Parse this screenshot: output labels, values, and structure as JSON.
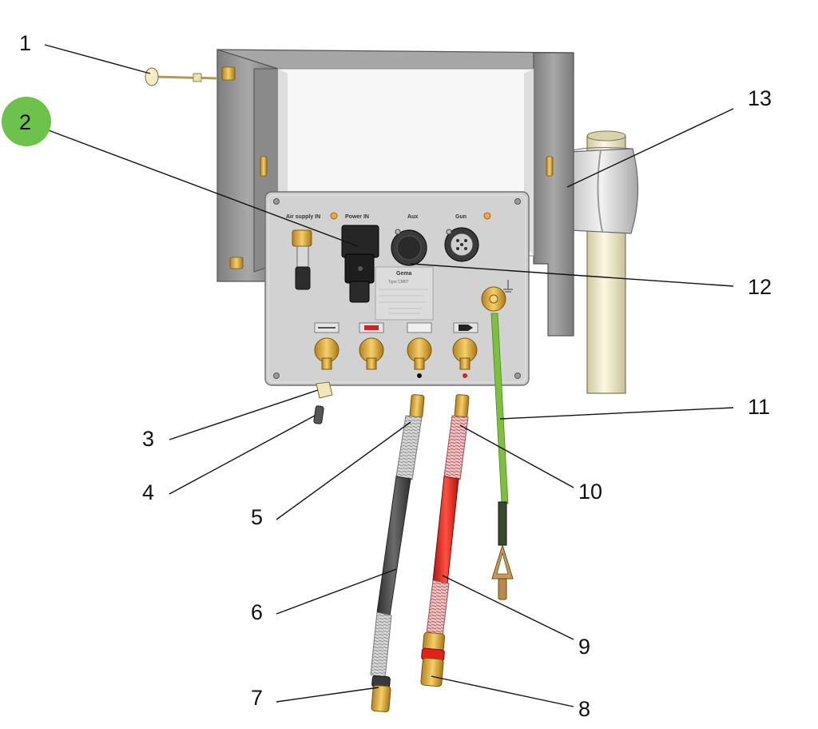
{
  "plate": {
    "labels": {
      "air_supply": "Air supply IN",
      "power_in": "Power IN",
      "aux": "Aux",
      "gun": "Gun"
    },
    "brand": "Gema",
    "type_line": "Type CM07"
  },
  "callouts": [
    {
      "id": "1",
      "text": "1",
      "highlight": false
    },
    {
      "id": "2",
      "text": "2",
      "highlight": true
    },
    {
      "id": "3",
      "text": "3",
      "highlight": false
    },
    {
      "id": "4",
      "text": "4",
      "highlight": false
    },
    {
      "id": "5",
      "text": "5",
      "highlight": false
    },
    {
      "id": "6",
      "text": "6",
      "highlight": false
    },
    {
      "id": "7",
      "text": "7",
      "highlight": false
    },
    {
      "id": "8",
      "text": "8",
      "highlight": false
    },
    {
      "id": "9",
      "text": "9",
      "highlight": false
    },
    {
      "id": "10",
      "text": "10",
      "highlight": false
    },
    {
      "id": "11",
      "text": "11",
      "highlight": false
    },
    {
      "id": "12",
      "text": "12",
      "highlight": false
    },
    {
      "id": "13",
      "text": "13",
      "highlight": false
    }
  ],
  "colors": {
    "highlight": "#6cc24a",
    "frame": "#8f8f8f",
    "plate": "#c9c9c9",
    "brass": "#d9a93a",
    "hose_dark": "#4a4a4a",
    "hose_red": "#e0201a",
    "ground_wire": "#7fbf3f",
    "pole": "#f1edc9"
  }
}
